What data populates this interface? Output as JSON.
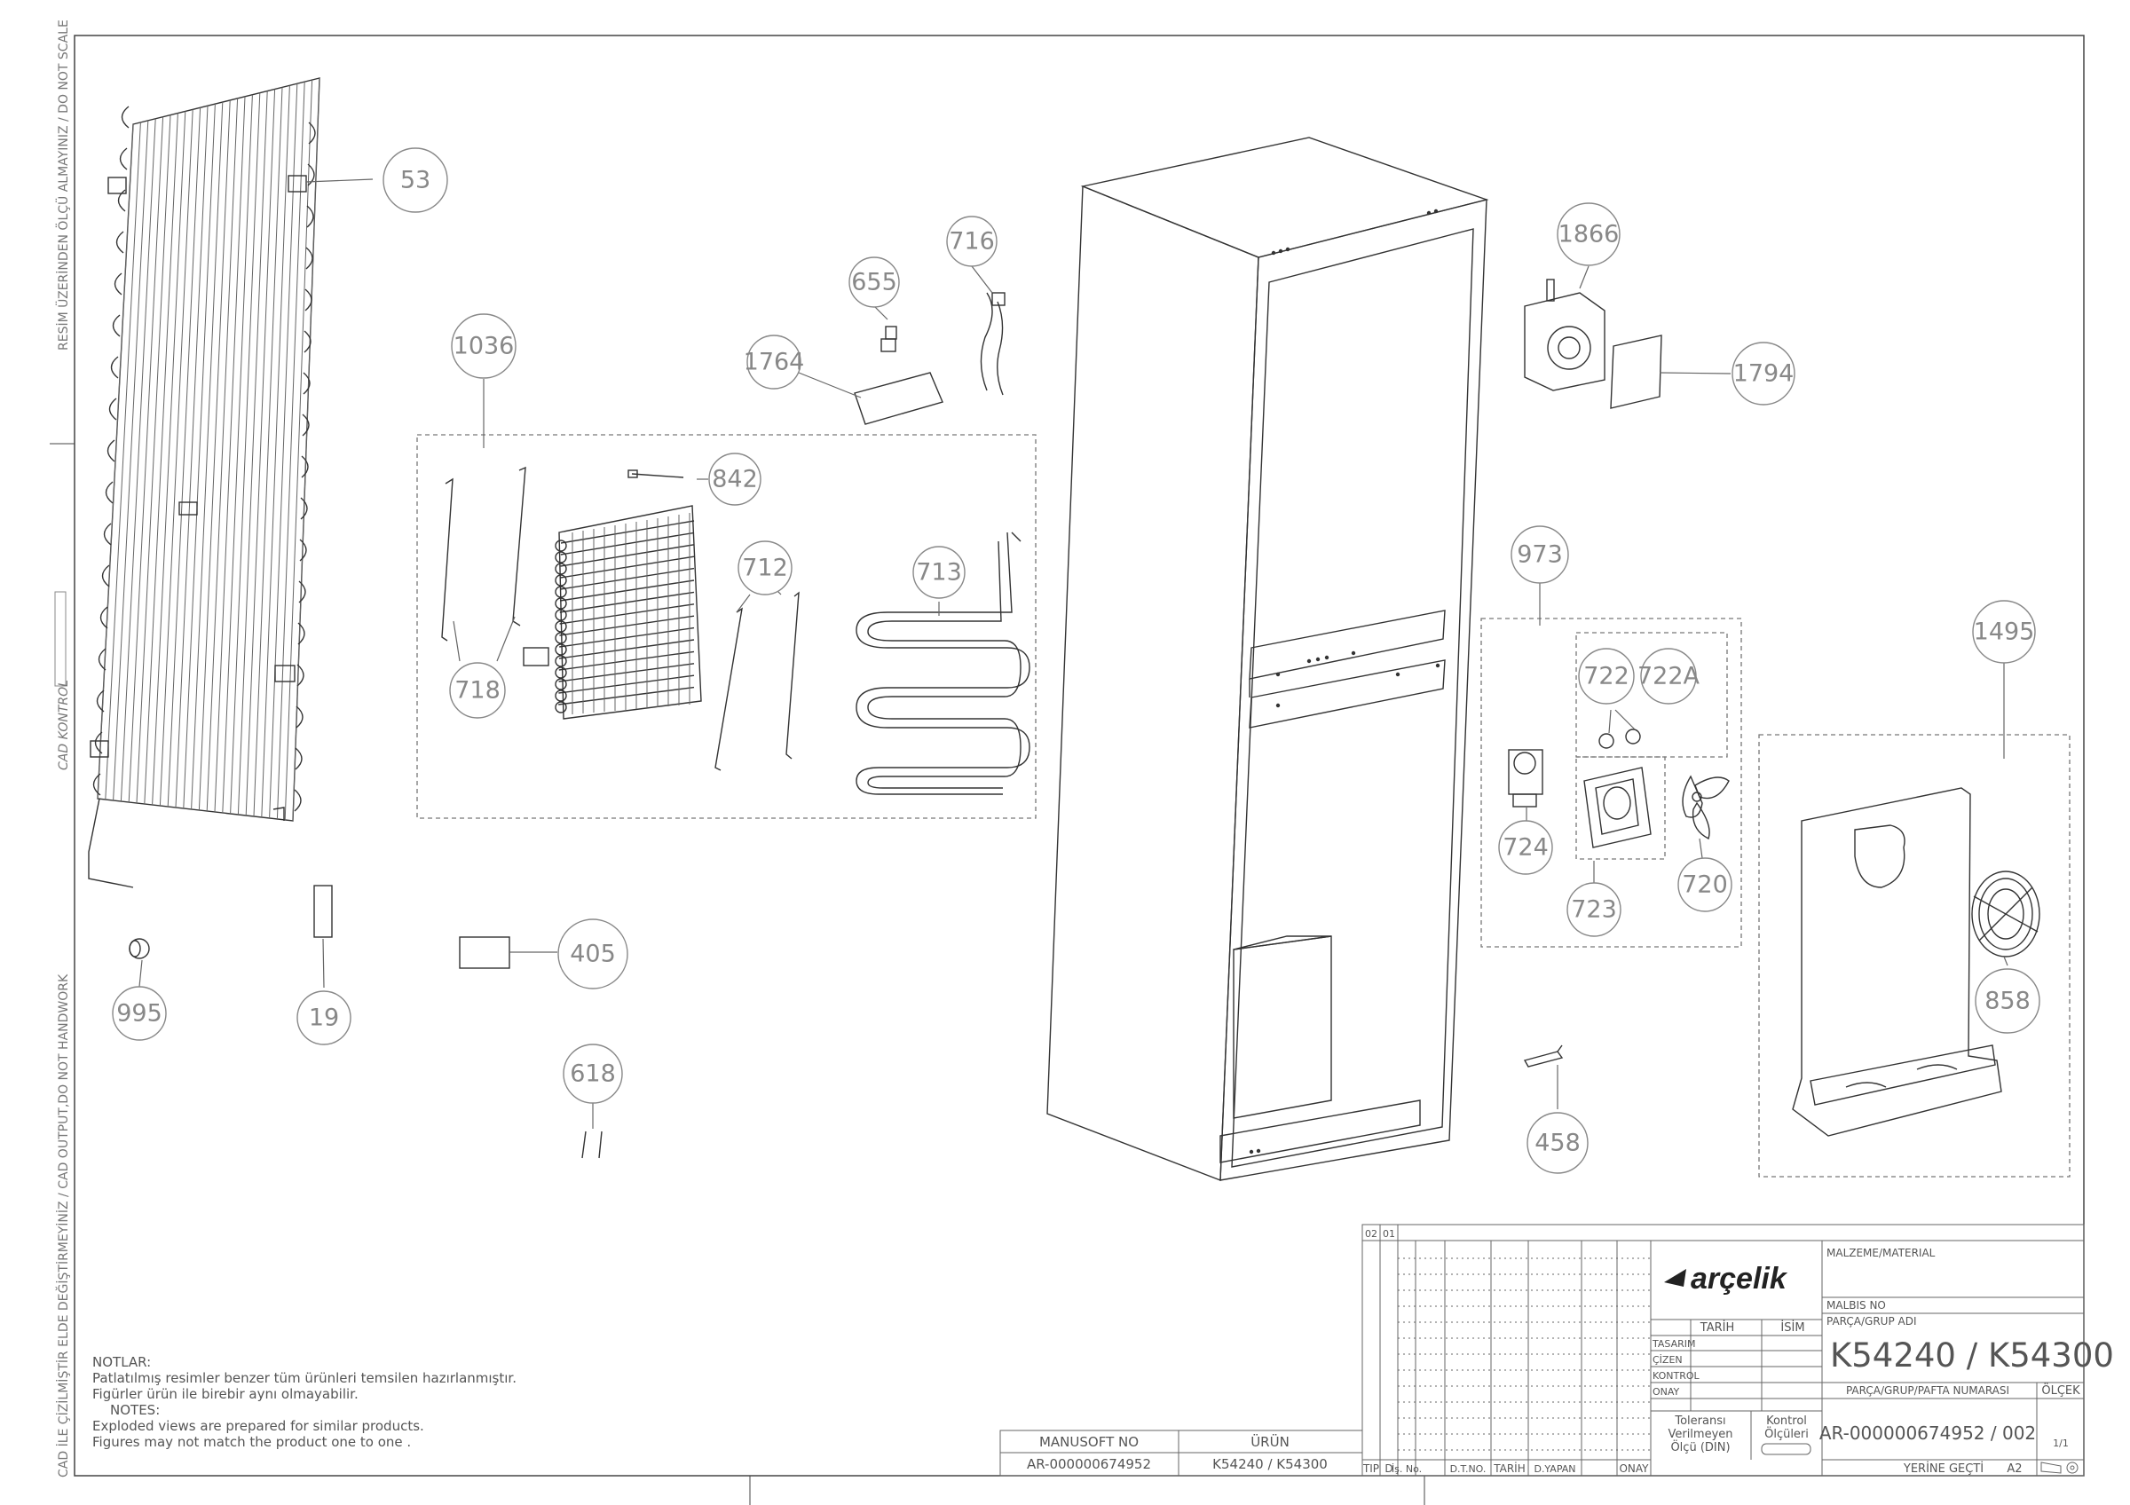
{
  "side_text": {
    "top": "RESİM ÜZERİNDEN ÖLÇÜ ALMAYINIZ / DO NOT SCALE",
    "middle": "CAD KONTROL",
    "bottom": "CAD İLE ÇİZİLMİŞTİR ELDE DEĞİŞTİRMEYİNİZ / CAD OUTPUT,DO NOT HANDWORK"
  },
  "callouts": [
    {
      "label": "53"
    },
    {
      "label": "1036"
    },
    {
      "label": "842"
    },
    {
      "label": "712"
    },
    {
      "label": "713"
    },
    {
      "label": "718"
    },
    {
      "label": "655"
    },
    {
      "label": "716"
    },
    {
      "label": "1764"
    },
    {
      "label": "1866"
    },
    {
      "label": "1794"
    },
    {
      "label": "973"
    },
    {
      "label": "722"
    },
    {
      "label": "722A"
    },
    {
      "label": "724"
    },
    {
      "label": "723"
    },
    {
      "label": "720"
    },
    {
      "label": "1495"
    },
    {
      "label": "858"
    },
    {
      "label": "458"
    },
    {
      "label": "995"
    },
    {
      "label": "19"
    },
    {
      "label": "405"
    },
    {
      "label": "618"
    }
  ],
  "notes": {
    "tr_heading": "NOTLAR:",
    "tr_line1": "Patlatılmış  resimler benzer tüm ürünleri temsilen  hazırlanmıştır.",
    "tr_line2": "Figürler ürün ile birebir aynı olmayabilir.",
    "en_heading": "NOTES:",
    "en_line1": "Exploded views are prepared for similar products.",
    "en_line2": "Figures  may not match the product one to one ."
  },
  "manusoft": {
    "h1": "MANUSOFT NO",
    "h2": "ÜRÜN",
    "v1": "AR-000000674952",
    "v2": "K54240 / K54300"
  },
  "title_block": {
    "rev_cols": [
      "02",
      "01"
    ],
    "bottom_headers": [
      "TIP",
      "D",
      "İş. No.",
      "D.T.NO.",
      "TARİH",
      "D.YAPAN",
      "ONAY"
    ],
    "date_head": "TARİH",
    "name_head": "İSİM",
    "roles": [
      "TASARIM",
      "ÇİZEN",
      "KONTROL",
      "ONAY"
    ],
    "tolerance": [
      "Toleransı",
      "Verilmeyen",
      "Ölçü (DIN)"
    ],
    "control": [
      "Kontrol",
      "Ölçüleri"
    ],
    "brand": "arçelik",
    "material_label": "MALZEME/MATERIAL",
    "malbis_label": "MALBIS NO",
    "part_group_label": "PARÇA/GRUP ADI",
    "product": "K54240 / K54300",
    "pafta_label": "PARÇA/GRUP/PAFTA NUMARASI",
    "scale_label": "ÖLÇEK",
    "part_number": "AR-000000674952 / 002",
    "sheet": "1/1",
    "replaces": "YERİNE GEÇTİ",
    "size": "A2"
  }
}
